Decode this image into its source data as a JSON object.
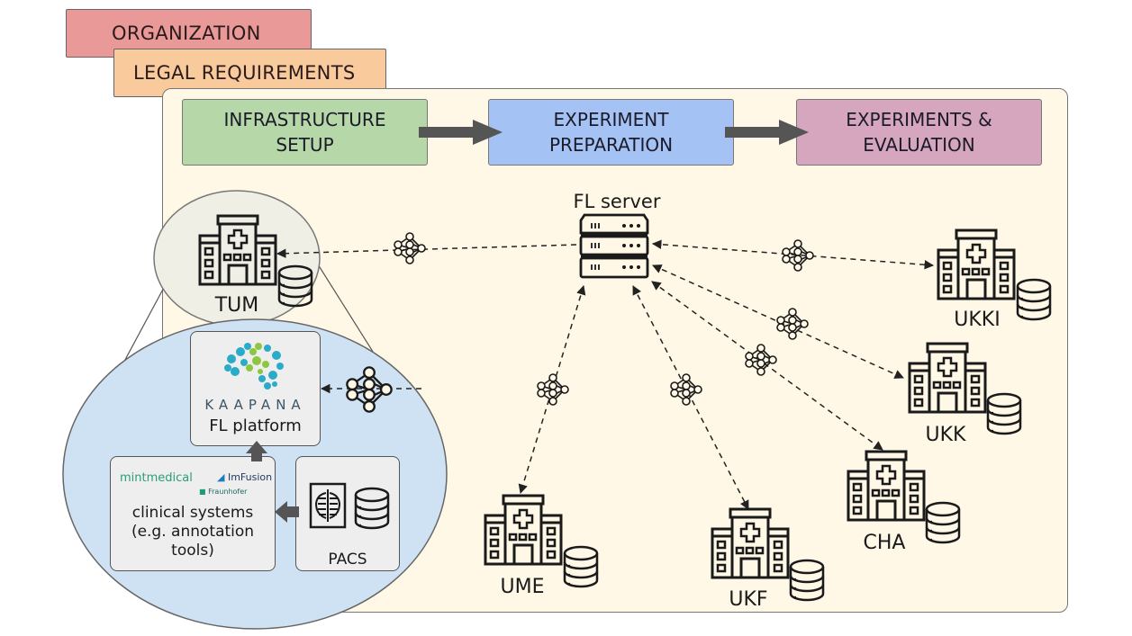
{
  "layers": {
    "organization": "ORGANIZATION",
    "legal": "LEGAL REQUIREMENTS"
  },
  "phases": [
    {
      "label": "INFRASTRUCTURE\nSETUP",
      "color": "#b6d7a8"
    },
    {
      "label": "EXPERIMENT\nPREPARATION",
      "color": "#a4c2f4"
    },
    {
      "label": "EXPERIMENTS &\nEVALUATION",
      "color": "#d5a6bd"
    }
  ],
  "server": {
    "label": "FL server",
    "icon": "server-rack-icon"
  },
  "sites": [
    {
      "id": "tum",
      "label": "TUM"
    },
    {
      "id": "ukki",
      "label": "UKKI"
    },
    {
      "id": "ukk",
      "label": "UKK"
    },
    {
      "id": "cha",
      "label": "CHA"
    },
    {
      "id": "ume",
      "label": "UME"
    },
    {
      "id": "ukf",
      "label": "UKF"
    }
  ],
  "detail": {
    "platform_brand": "KAAPANA",
    "platform_label": "FL platform",
    "clinical_label": "clinical  systems\n(e.g. annotation\ntools)",
    "vendors": [
      "mintmedical",
      "ImFusion",
      "Fraunhofer"
    ],
    "pacs_label": "PACS"
  },
  "colors": {
    "organization": "#ea9999",
    "legal": "#f9cb9c",
    "background": "#fff8e6",
    "zoom_bubble": "#cfe2f3",
    "site_bubble": "#efefe6",
    "arrow": "#555555"
  }
}
